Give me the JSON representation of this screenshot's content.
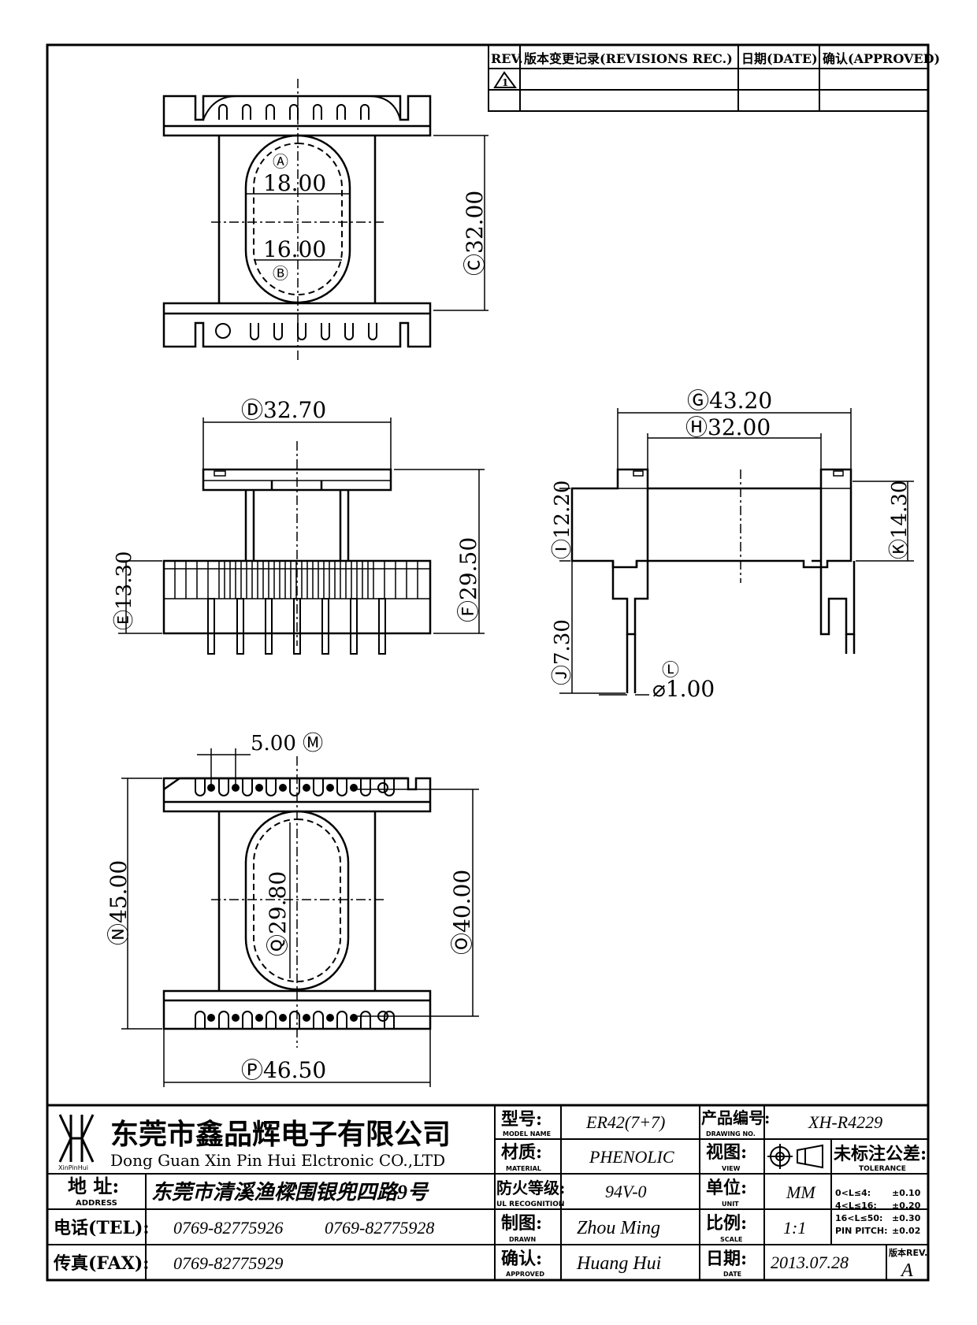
{
  "revision_table": {
    "col_rev": "REV.",
    "col_record": "版本变更记录(REVISIONS REC.)",
    "col_date": "日期(DATE)",
    "col_approved": "确认(APPROVED)",
    "row1_mark": "1"
  },
  "dimensions": {
    "a": "Ⓐ",
    "b": "Ⓑ",
    "a_val": "18.00",
    "b_val": "16.00",
    "c": "Ⓒ32.00",
    "d": "Ⓓ32.70",
    "e": "Ⓔ13.30",
    "f": "Ⓕ29.50",
    "g": "Ⓖ43.20",
    "h": "Ⓗ32.00",
    "i": "Ⓘ12.20",
    "j": "Ⓙ7.30",
    "k": "Ⓚ14.30",
    "l": "Ⓛ",
    "l_val": "⌀1.00",
    "m": "5.00 Ⓜ",
    "n": "Ⓝ45.00",
    "o": "Ⓞ40.00",
    "q": "Ⓠ29.80",
    "p": "Ⓟ46.50"
  },
  "title_block": {
    "company_cn": "东莞市鑫品辉电子有限公司",
    "company_en": "Dong Guan Xin Pin Hui Elctronic CO.,LTD",
    "logo_text": "XinPinHui",
    "address_label": "地 址:",
    "address_label_en": "ADDRESS",
    "address": "东莞市清溪渔樑围银兜四路9号",
    "tel_label": "电话(TEL):",
    "tel1": "0769-82775926",
    "tel2": "0769-82775928",
    "fax_label": "传真(FAX):",
    "fax": "0769-82775929",
    "model_label": "型号:",
    "model_label_en": "MODEL NAME",
    "model": "ER42(7+7)",
    "material_label": "材质:",
    "material_label_en": "MATERIAL",
    "material": "PHENOLIC",
    "fire_label": "防火等级:",
    "fire_label_en": "UL RECOGNITION",
    "fire": "94V-0",
    "drawn_label": "制图:",
    "drawn_label_en": "DRAWN",
    "drawn": "Zhou Ming",
    "approved_label": "确认:",
    "approved_label_en": "APPROVED",
    "approved": "Huang Hui",
    "drawing_no_label": "产品编号:",
    "drawing_no_label_en": "DRAWING NO.",
    "drawing_no": "XH-R4229",
    "view_label": "视图:",
    "view_label_en": "VIEW",
    "unit_label": "单位:",
    "unit_label_en": "UNIT",
    "unit": "MM",
    "scale_label": "比例:",
    "scale_label_en": "SCALE",
    "scale": "1:1",
    "date_label": "日期:",
    "date_label_en": "DATE",
    "date": "2013.07.28",
    "tolerance_label": "未标注公差:",
    "tolerance_label_en": "TOLERANCE",
    "tol1_range": "0<L≤4:",
    "tol1_val": "±0.10",
    "tol2_range": "4<L≤16:",
    "tol2_val": "±0.20",
    "tol3_range": "16<L≤50:",
    "tol3_val": "±0.30",
    "tol4_range": "PIN PITCH:",
    "tol4_val": "±0.02",
    "rev_label": "版本REV.",
    "rev": "A"
  }
}
